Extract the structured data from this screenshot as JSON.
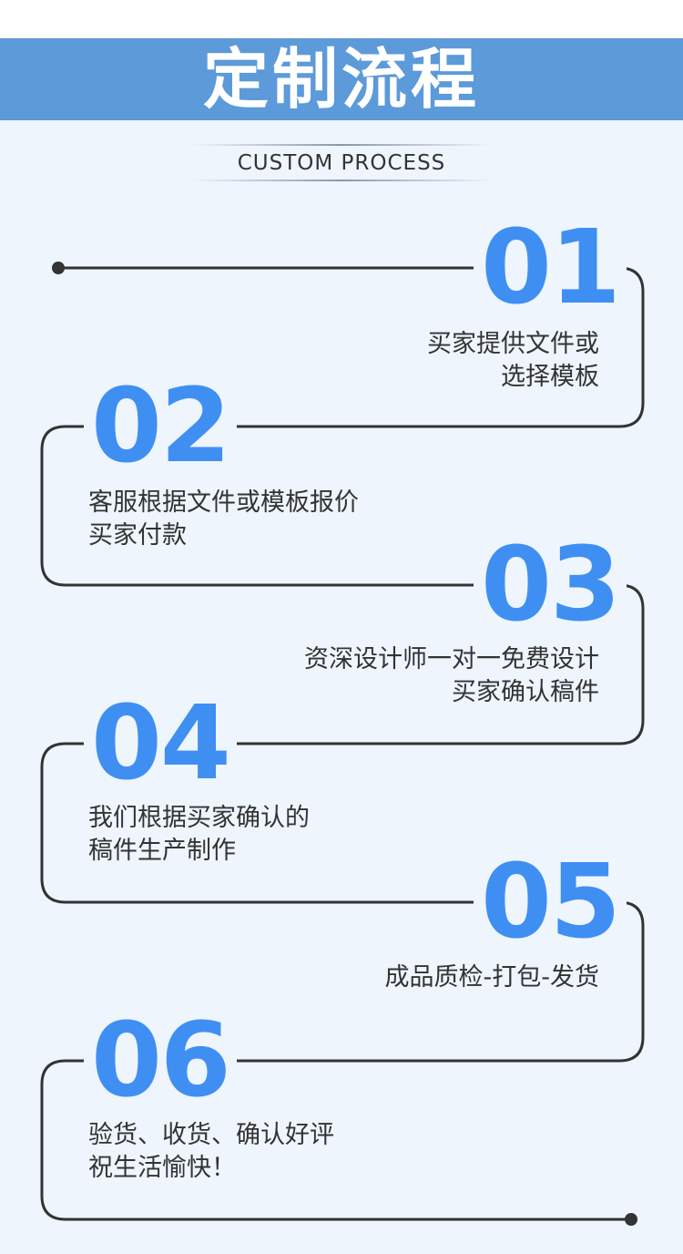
{
  "header": {
    "title": "定制流程",
    "subtitle": "CUSTOM PROCESS"
  },
  "colors": {
    "banner": "#5c9ad9",
    "number": "#3f8ff3",
    "background": "#eef5fd",
    "line": "#333333"
  },
  "steps": [
    {
      "number": "01",
      "lines": [
        "买家提供文件或",
        "选择模板"
      ]
    },
    {
      "number": "02",
      "lines": [
        "客服根据文件或模板报价",
        "买家付款"
      ]
    },
    {
      "number": "03",
      "lines": [
        "资深设计师一对一免费设计",
        "买家确认稿件"
      ]
    },
    {
      "number": "04",
      "lines": [
        "我们根据买家确认的",
        "稿件生产制作"
      ]
    },
    {
      "number": "05",
      "lines": [
        "成品质检-打包-发货"
      ]
    },
    {
      "number": "06",
      "lines": [
        "验货、收货、确认好评",
        "祝生活愉快！"
      ]
    }
  ]
}
